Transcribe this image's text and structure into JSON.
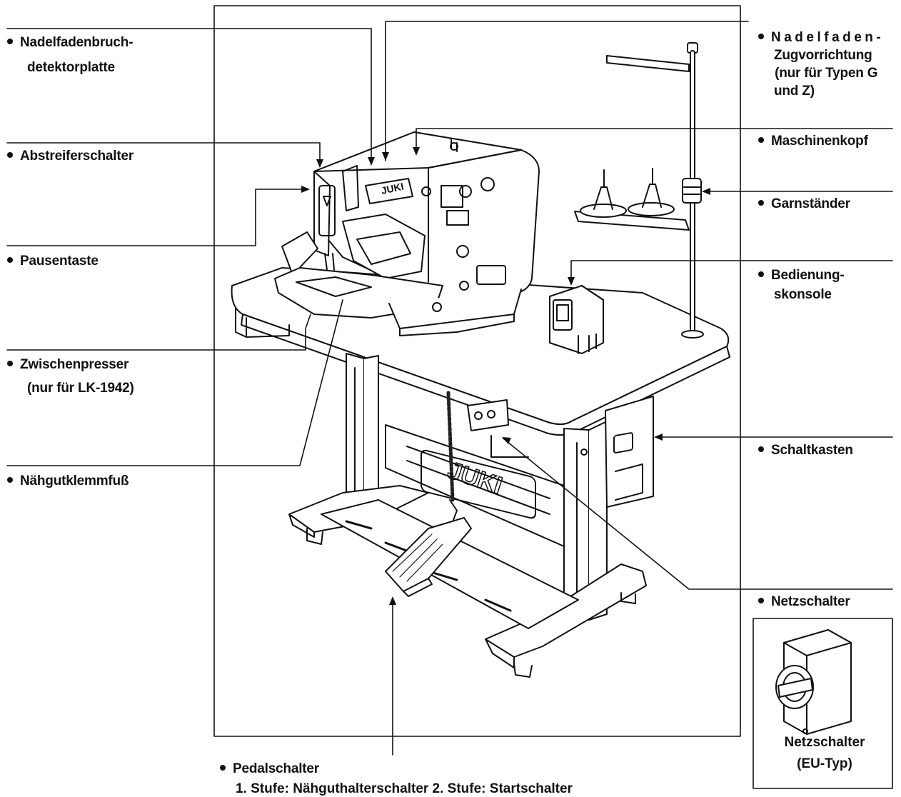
{
  "labels": {
    "nadelfadenbruch": [
      "Nadelfadenbruch-",
      "detektorplatte"
    ],
    "abstreifer": "Abstreiferschalter",
    "pause": "Pausentaste",
    "zwischenpresser": [
      "Zwischenpresser",
      "(nur für LK-1942)"
    ],
    "naehgut": "Nähgutklemmfuß",
    "zugvorrichtung": [
      "Nadelfaden-",
      "Zugvorrichtung",
      " (nur für Typen G",
      "und Z)"
    ],
    "maschinenkopf": "Maschinenkopf",
    "garnstaender": "Garnständer",
    "bedienung": [
      "Bedienung-",
      "skonsole"
    ],
    "schaltkasten": "Schaltkasten",
    "netzschalter": "Netzschalter",
    "pedal": "Pedalschalter",
    "pedal_note": "1. Stufe: Nähguthalterschalter 2. Stufe: Startschalter"
  },
  "inset": {
    "caption": [
      "Netzschalter",
      "(EU-Typ)"
    ]
  },
  "machine": {
    "brand": "JUKI"
  },
  "stand": {
    "brand": "JUKI"
  }
}
